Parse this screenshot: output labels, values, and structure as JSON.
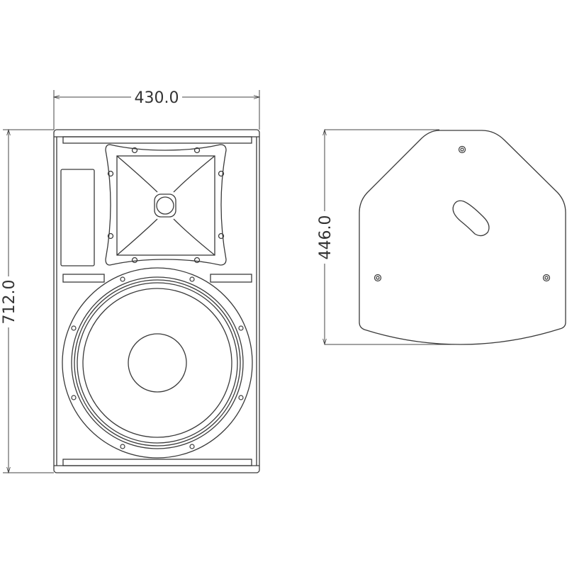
{
  "drawing": {
    "front_view": {
      "width_label": "430.0",
      "height_label": "712.0"
    },
    "side_view": {
      "depth_label": "446.0"
    }
  },
  "colors": {
    "line": "#3a3a3a",
    "background": "#ffffff"
  }
}
